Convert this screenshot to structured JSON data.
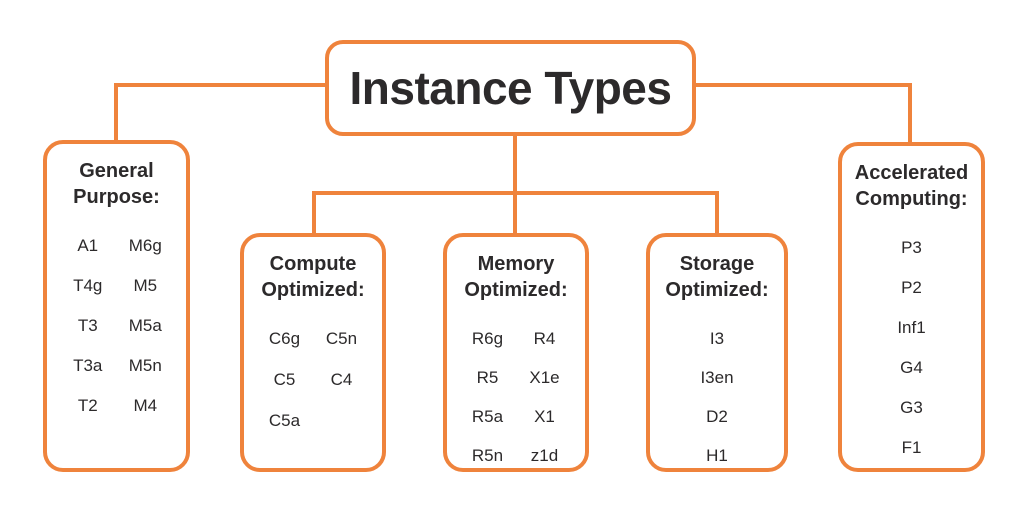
{
  "diagram": {
    "title": "Instance Types",
    "colors": {
      "accent": "#EF833C",
      "text": "#2C2A2B",
      "background": "#FFFFFF"
    },
    "categories": [
      {
        "label": "General Purpose:",
        "columns": 2,
        "items": [
          "A1",
          "M6g",
          "T4g",
          "M5",
          "T3",
          "M5a",
          "T3a",
          "M5n",
          "T2",
          "M4"
        ]
      },
      {
        "label": "Compute Optimized:",
        "columns": 2,
        "items": [
          "C6g",
          "C5n",
          "C5",
          "C4",
          "C5a"
        ]
      },
      {
        "label": "Memory Optimized:",
        "columns": 2,
        "items": [
          "R6g",
          "R4",
          "R5",
          "X1e",
          "R5a",
          "X1",
          "R5n",
          "z1d"
        ]
      },
      {
        "label": "Storage Optimized:",
        "columns": 1,
        "items": [
          "I3",
          "I3en",
          "D2",
          "H1"
        ]
      },
      {
        "label": "Accelerated Computing:",
        "columns": 1,
        "items": [
          "P3",
          "P2",
          "Inf1",
          "G4",
          "G3",
          "F1"
        ]
      }
    ]
  }
}
